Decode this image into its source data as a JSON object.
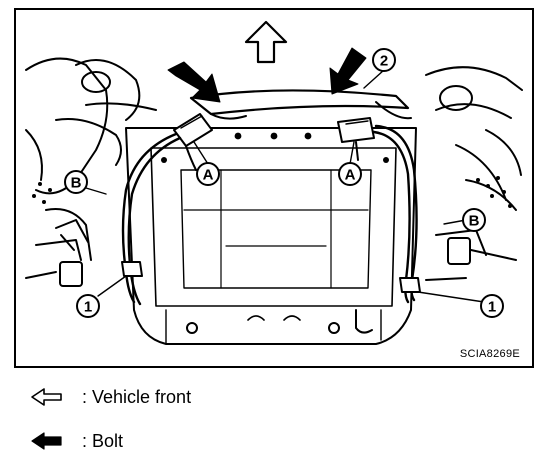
{
  "figure": {
    "reference_code": "SCIA8269E",
    "callouts": {
      "clip": "1",
      "harness_part": "2",
      "connector": "A",
      "bracket": "B"
    }
  },
  "legend": [
    {
      "icon": "outline-arrow-left-icon",
      "text": ": Vehicle front"
    },
    {
      "icon": "solid-arrow-left-icon",
      "text": ": Bolt"
    }
  ]
}
